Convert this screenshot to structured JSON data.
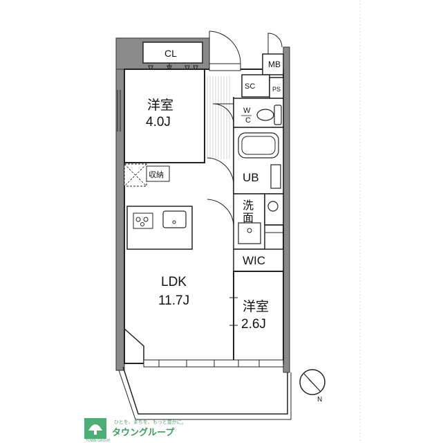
{
  "rooms": {
    "western1_name": "洋室",
    "western1_size": "4.0J",
    "western2_name": "洋室",
    "western2_size": "2.6J",
    "ldk_name": "LDK",
    "ldk_size": "11.7J"
  },
  "labels": {
    "cl": "CL",
    "mb": "MB",
    "sc": "SC",
    "ps": "PS",
    "wc_w": "W",
    "wc_c": "C",
    "ub": "UB",
    "wash1": "洗",
    "wash2": "面",
    "wic": "WIC",
    "storage": "収納"
  },
  "compass": {
    "north": "N"
  },
  "logo": {
    "tagline": "ひとを、まちを、もっと豊かに。",
    "company": "タウングループ",
    "sub": "TOWN GROUP"
  }
}
